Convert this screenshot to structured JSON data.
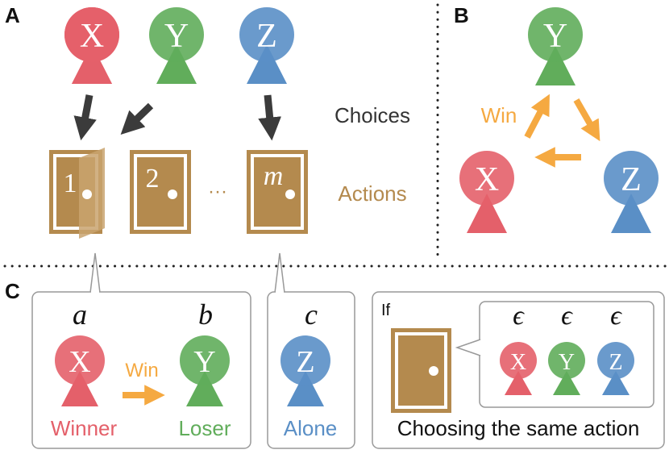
{
  "panels": {
    "a": "A",
    "b": "B",
    "c": "C"
  },
  "colors": {
    "x": "#e4606a",
    "y": "#61ad5b",
    "z": "#5a8fc6",
    "door": "#b48a4e",
    "win_arrow": "#f5a941",
    "dark_arrow": "#3b3b3b"
  },
  "agents": {
    "x": "X",
    "y": "Y",
    "z": "Z"
  },
  "panel_a": {
    "choices_label": "Choices",
    "actions_label": "Actions",
    "door_numbers": [
      "1",
      "2",
      "m"
    ],
    "ellipsis": "···"
  },
  "panel_b": {
    "win_label": "Win"
  },
  "panel_c": {
    "role_a": "a",
    "role_b": "b",
    "role_c": "c",
    "win_label": "Win",
    "winner_label": "Winner",
    "loser_label": "Loser",
    "alone_label": "Alone",
    "if_label": "If",
    "epsilon": "ϵ",
    "same_action_label": "Choosing the same action"
  }
}
